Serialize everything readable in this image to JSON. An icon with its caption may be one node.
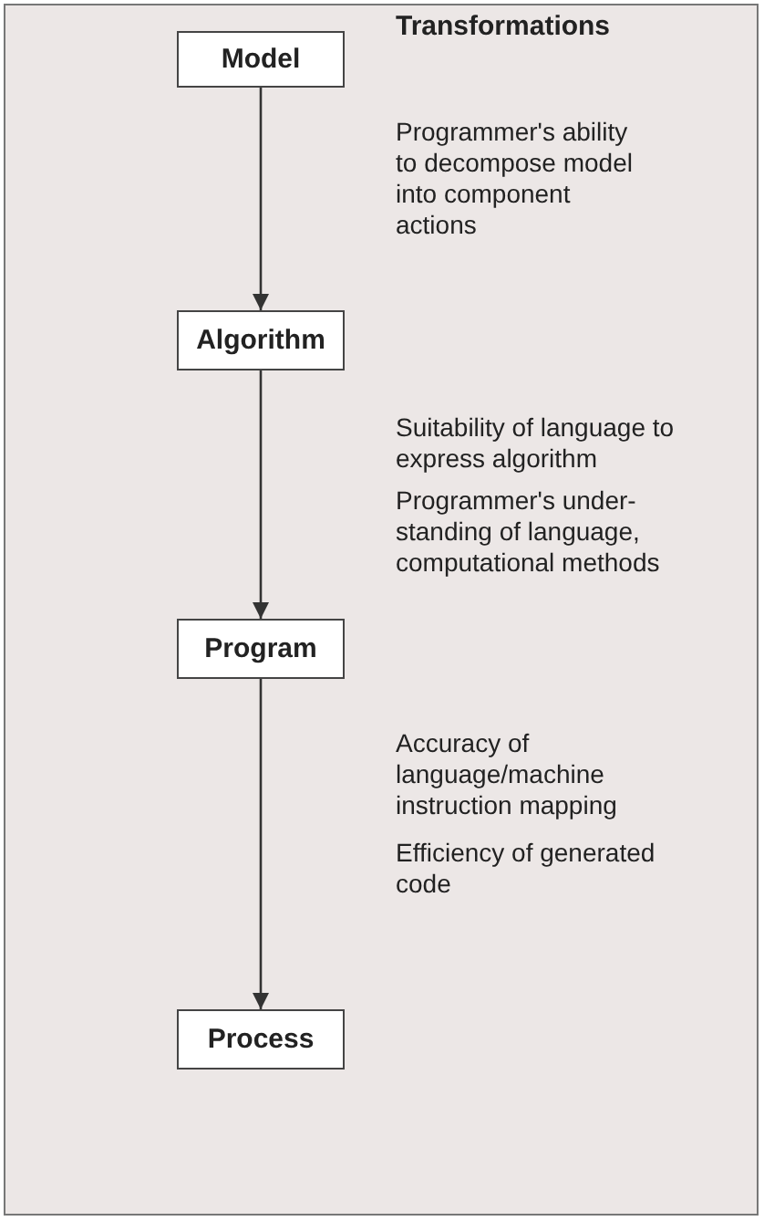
{
  "diagram": {
    "nodes": [
      {
        "text": [
          "Model"
        ]
      },
      {
        "text": [
          "Algorithm"
        ]
      },
      {
        "text": [
          "Program"
        ]
      },
      {
        "text": [
          "Process"
        ]
      }
    ],
    "edges": [
      {
        "from": 0,
        "to": 1,
        "arrow": "to"
      },
      {
        "from": 1,
        "to": 2,
        "arrow": "to"
      },
      {
        "from": 2,
        "to": 3,
        "arrow": "to"
      }
    ],
    "labels": [
      "Transformations",
      "Programmer's ability to decompose model into component actions",
      "Suitability of language to express algorithm",
      "Programmer's under-standing of language, computational methods",
      "Accuracy of language/machine instruction mapping",
      "Efficiency of generated code"
    ]
  }
}
